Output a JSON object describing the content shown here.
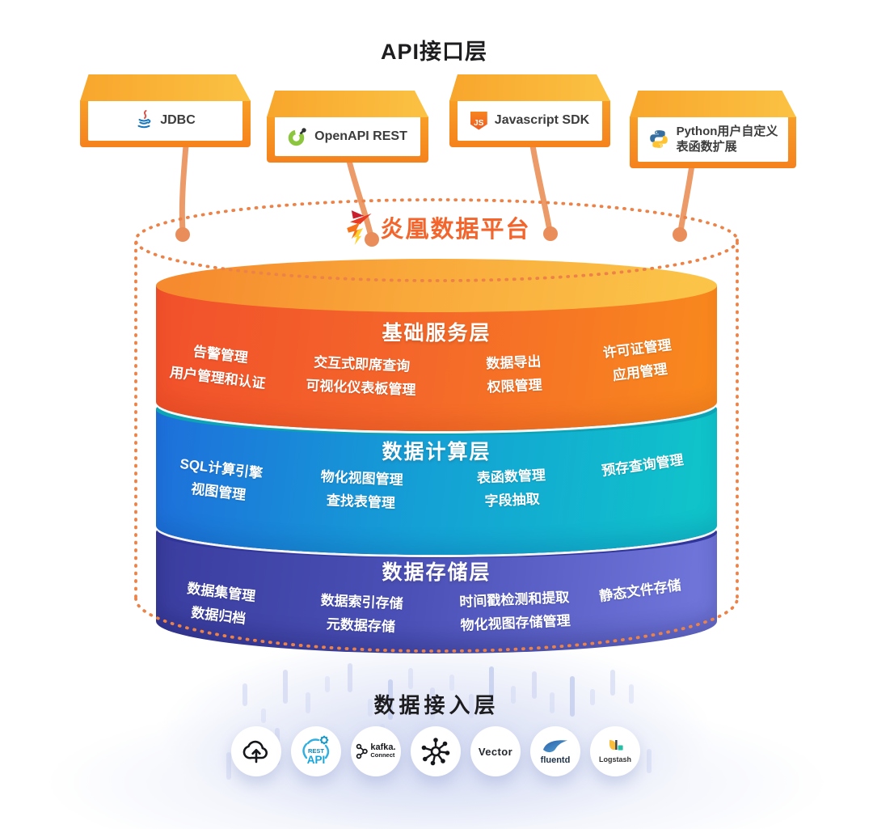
{
  "api_layer": {
    "title": "API接口层",
    "boxes": [
      {
        "label": "JDBC",
        "icon": "java-icon"
      },
      {
        "label": "OpenAPI REST",
        "icon": "openapi-icon"
      },
      {
        "label": "Javascript SDK",
        "icon": "javascript-icon",
        "icon_text": "JS"
      },
      {
        "label": "Python用户自定义",
        "label2": "表函数扩展",
        "icon": "python-icon"
      }
    ]
  },
  "platform": {
    "name": "炎凰数据平台",
    "layers": [
      {
        "title": "基础服务层",
        "columns": [
          [
            "告警管理",
            "用户管理和认证"
          ],
          [
            "交互式即席查询",
            "可视化仪表板管理"
          ],
          [
            "数据导出",
            "权限管理"
          ],
          [
            "许可证管理",
            "应用管理"
          ]
        ]
      },
      {
        "title": "数据计算层",
        "columns": [
          [
            "SQL计算引擎",
            "视图管理"
          ],
          [
            "物化视图管理",
            "查找表管理"
          ],
          [
            "表函数管理",
            "字段抽取"
          ],
          [
            "预存查询管理"
          ]
        ]
      },
      {
        "title": "数据存储层",
        "columns": [
          [
            "数据集管理",
            "数据归档"
          ],
          [
            "数据索引存储",
            "元数据存储"
          ],
          [
            "时间戳检测和提取",
            "物化视图存储管理"
          ],
          [
            "静态文件存储"
          ]
        ]
      }
    ]
  },
  "ingest_layer": {
    "title": "数据接入层",
    "sources": [
      {
        "name": "cloud-upload"
      },
      {
        "name": "rest-api",
        "line1": "REST",
        "line2": "API"
      },
      {
        "name": "kafka-connect",
        "line1": "kafka.",
        "line2": "Connect"
      },
      {
        "name": "data-hub"
      },
      {
        "name": "vector",
        "label": "Vector"
      },
      {
        "name": "fluentd",
        "label": "fluentd"
      },
      {
        "name": "logstash",
        "label": "Logstash"
      }
    ]
  },
  "colors": {
    "brand_orange": "#F2652C",
    "service_layer": "#F4662A",
    "compute_layer": "#14A0D5",
    "storage_layer": "#4A50B6",
    "dashed_outline": "#EC8247",
    "box_orange": "#F89E27"
  }
}
